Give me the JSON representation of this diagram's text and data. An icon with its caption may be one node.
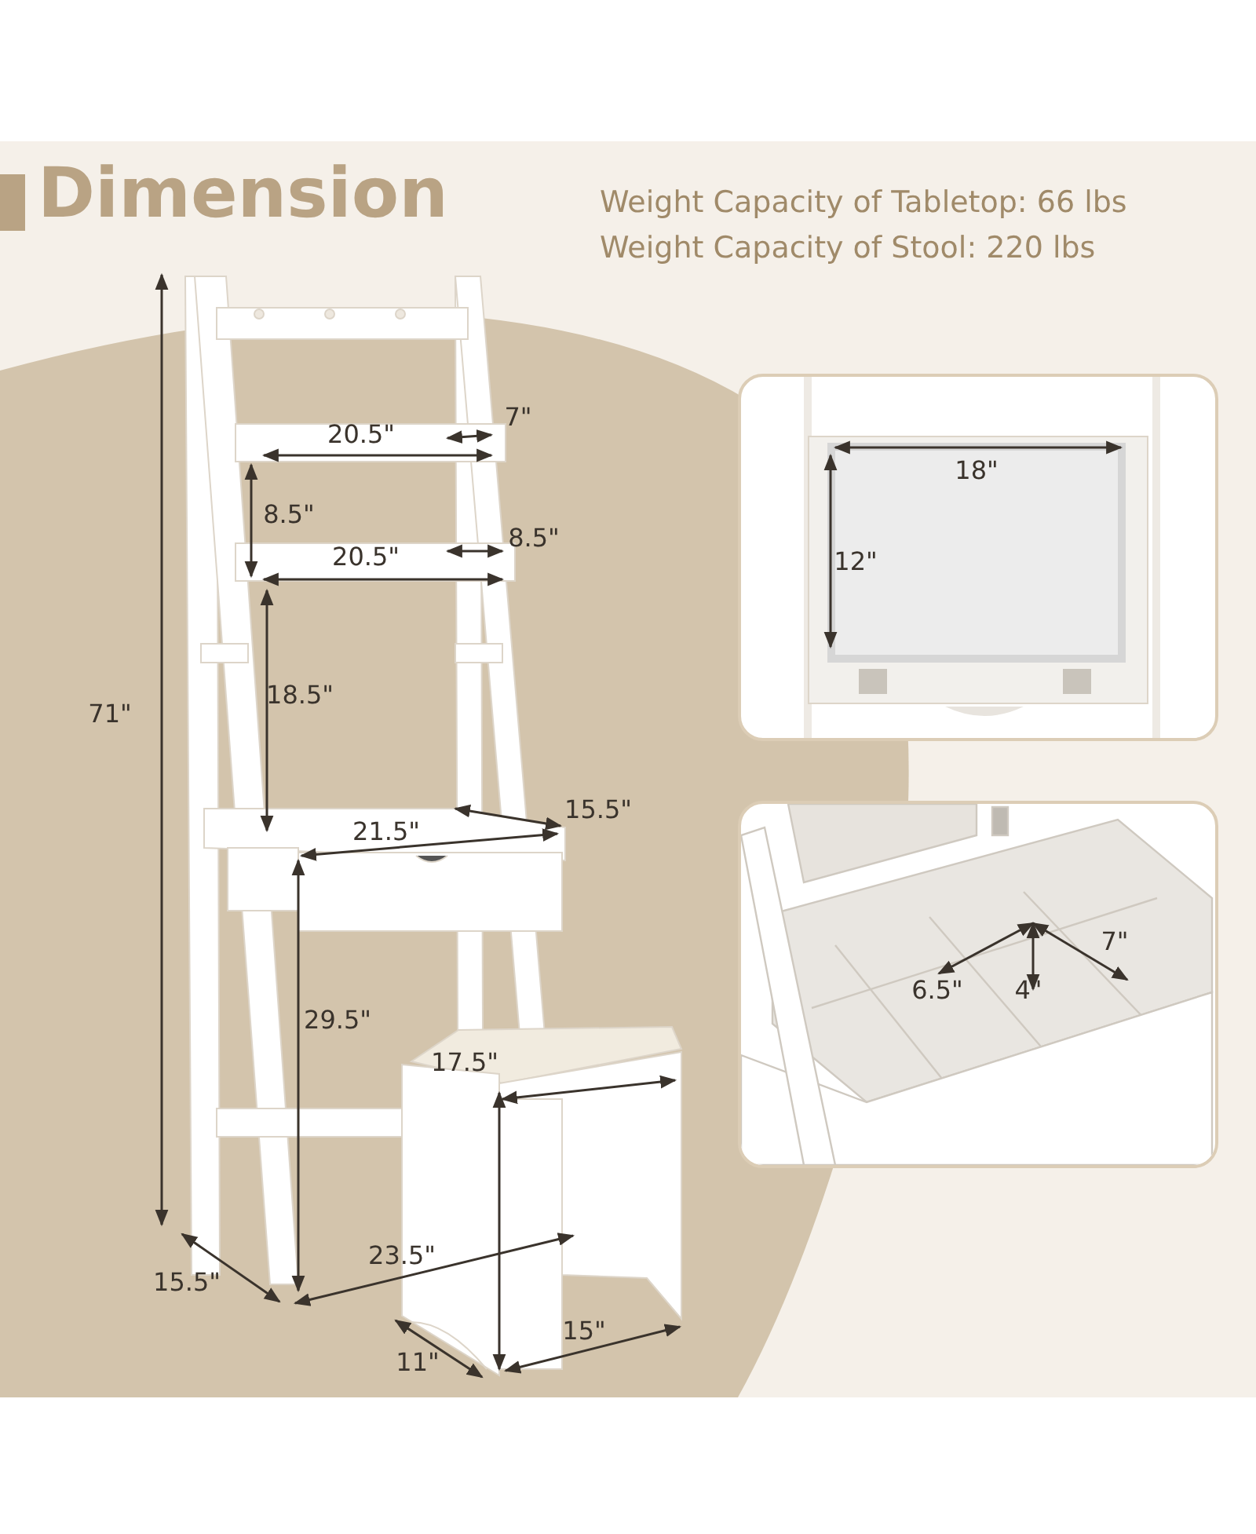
{
  "diagram": {
    "title": "Dimension",
    "labels": [
      "Weight Capacity of Tabletop: 66 lbs",
      "Weight Capacity of Stool: 220 lbs",
      "7\"",
      "20.5\"",
      "8.5\"",
      "20.5\"",
      "8.5\"",
      "18\"",
      "12\"",
      "71\"",
      "18.5\"",
      "15.5\"",
      "21.5\"",
      "29.5\"",
      "17.5\"",
      "7\"",
      "6.5\"",
      "4\"",
      "23.5\"",
      "15.5\"",
      "15\"",
      "11\""
    ]
  }
}
